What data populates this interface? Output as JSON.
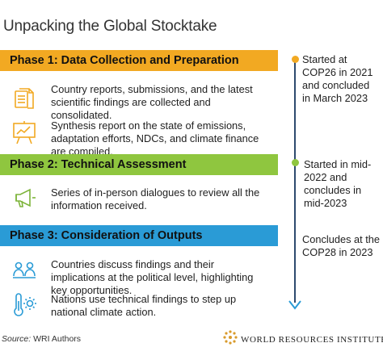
{
  "title": "Unpacking the Global Stocktake",
  "phases": [
    {
      "label": "Phase 1: Data Collection and Preparation",
      "color": "#f2a922",
      "items": [
        {
          "icon": "documents-icon",
          "text": "Country reports, submissions, and the latest scientific findings are collected and consolidated."
        },
        {
          "icon": "presentation-board-icon",
          "text": "Synthesis report on the state of emissions, adaptation efforts, NDCs, and climate finance are compiled."
        }
      ],
      "timeline": "Started at COP26 in 2021 and concluded in March 2023"
    },
    {
      "label": "Phase 2: Technical Assessment",
      "color": "#8fc63f",
      "items": [
        {
          "icon": "megaphone-icon",
          "text": "Series of in-person dialogues to review all the information received."
        }
      ],
      "timeline": "Started in mid-2022 and concludes in mid-2023"
    },
    {
      "label": "Phase 3: Consideration of Outputs",
      "color": "#2a9bd6",
      "items": [
        {
          "icon": "people-meeting-icon",
          "text": "Countries discuss findings and their implications at the political level, highlighting key opportunities."
        },
        {
          "icon": "thermometer-sun-icon",
          "text": "Nations use technical findings to step up national climate action."
        }
      ],
      "timeline": "Concludes at the COP28 in 2023"
    }
  ],
  "source": {
    "prefix": "Source:",
    "text": " WRI Authors"
  },
  "brand": "WORLD RESOURCES INSTITUTE"
}
